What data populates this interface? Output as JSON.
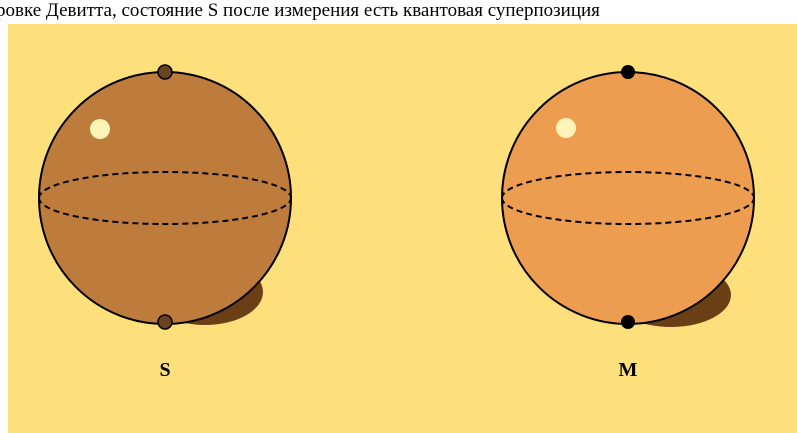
{
  "caption": "ровке Девитта, состояние S после измерения есть квантовая суперпозиция",
  "figure": {
    "background": "#fddf7c",
    "spheres": [
      {
        "label": "S",
        "fill": "#bd7c3c",
        "shadow": "#6b3f16",
        "pole_color": "#6a4421",
        "highlight": "#fff4b8",
        "pole_icons": [
          "north-pole-dot-icon",
          "south-pole-dot-icon"
        ]
      },
      {
        "label": "M",
        "fill": "#ec9d50",
        "shadow": "#6b3f16",
        "pole_color": "#000000",
        "highlight": "#fff4b8",
        "pole_icons": [
          "north-pole-dot-icon",
          "south-pole-dot-icon"
        ]
      }
    ]
  }
}
